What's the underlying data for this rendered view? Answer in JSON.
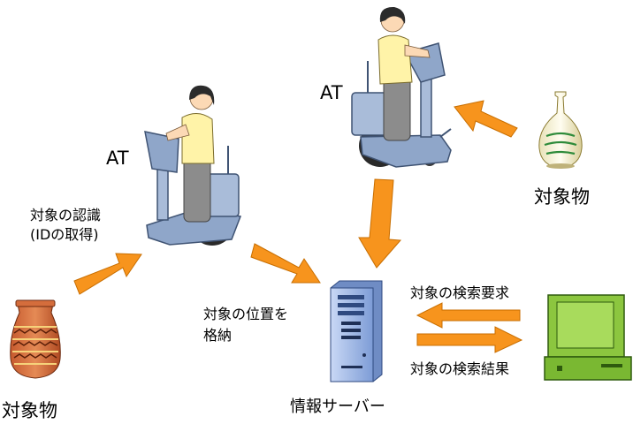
{
  "labels": {
    "at_top": "AT",
    "at_left": "AT",
    "object_top_right": "対象物",
    "object_bottom_left": "対象物",
    "recognize_line1": "対象の認識",
    "recognize_line2": "(IDの取得)",
    "store_line1": "対象の位置を",
    "store_line2": "格納",
    "search_request": "対象の検索要求",
    "search_result": "対象の検索結果",
    "server": "情報サーバー"
  },
  "colors": {
    "arrow": "#F7941D",
    "arrow_outline": "#C86E00",
    "computer": "#8CC63F",
    "server": "#9DB8E6",
    "vehicle": "#8FA6C9"
  },
  "icons": {
    "vase_top_right": "vase-icon",
    "pot_bottom_left": "pot-icon",
    "server": "server-icon",
    "computer": "computer-icon",
    "vehicle": "personal-vehicle-icon"
  }
}
